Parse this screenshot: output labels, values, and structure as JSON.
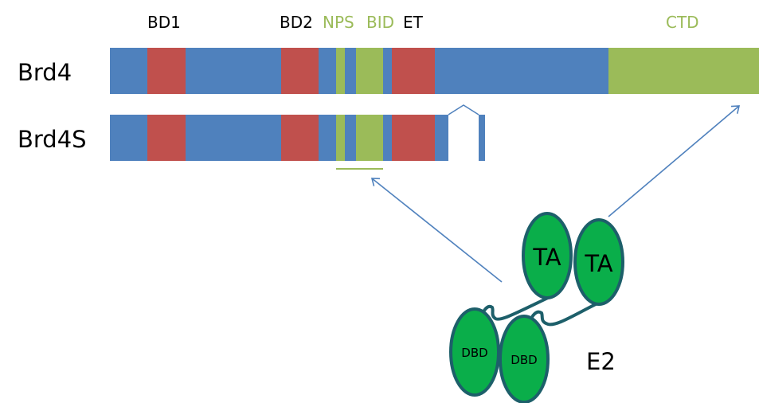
{
  "colors": {
    "blue": "#4f81bd",
    "red": "#c0504d",
    "green": "#9bbb59",
    "e2_fill": "#0aae4a",
    "e2_stroke": "#1d5f6a",
    "arrow": "#4f81bd",
    "text": "#000000"
  },
  "domain_labels": [
    {
      "text": "BD1",
      "color": "black"
    },
    {
      "text": "BD2",
      "color": "black"
    },
    {
      "text": "NPS",
      "color": "green"
    },
    {
      "text": "BID",
      "color": "green"
    },
    {
      "text": "ET",
      "color": "black"
    },
    {
      "text": "CTD",
      "color": "green"
    }
  ],
  "proteins": [
    {
      "name": "Brd4",
      "segments": [
        "blue",
        "red",
        "blue",
        "red",
        "blue",
        "green",
        "blue",
        "green",
        "blue",
        "red",
        "blue",
        "green"
      ]
    },
    {
      "name": "Brd4S",
      "segments": [
        "blue",
        "red",
        "blue",
        "red",
        "blue",
        "green",
        "blue",
        "green",
        "blue",
        "red",
        "blue",
        "blue"
      ]
    }
  ],
  "e2": {
    "label": "E2",
    "ta_label": "TA",
    "dbd_label": "DBD"
  }
}
